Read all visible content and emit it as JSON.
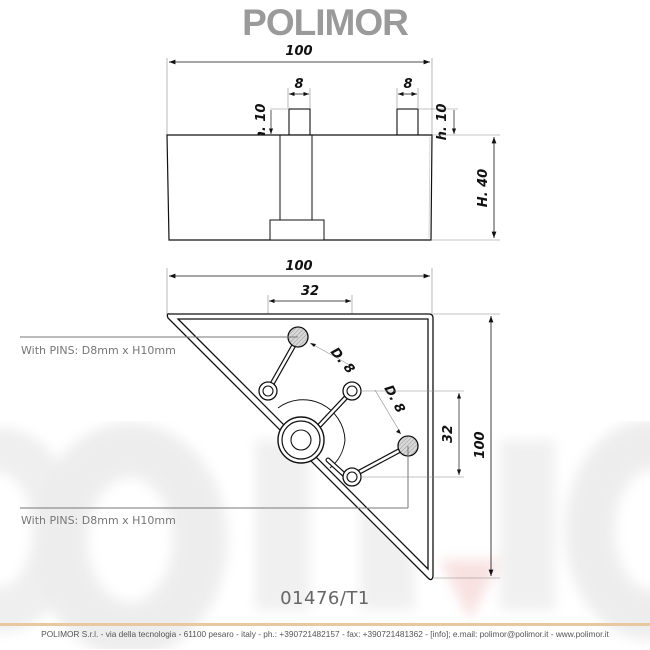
{
  "header": {
    "brand": "POLIMOR",
    "brand_color": "#9a9a9a",
    "accent_color": "#e06060"
  },
  "side_view": {
    "width_label": "100",
    "pin_left_width": "8",
    "pin_right_width": "8",
    "pin_left_height": "h. 10",
    "pin_right_height": "h. 10",
    "body_height": "H. 40"
  },
  "top_view": {
    "width_label": "100",
    "pin_spacing_horizontal": "32",
    "pin_spacing_vertical": "32",
    "height_label": "100",
    "pin_diameter_1": "D. 8",
    "pin_diameter_2": "D. 8"
  },
  "annotations": {
    "pin_note_1": "With PINS: D8mm x H10mm",
    "pin_note_2": "With PINS: D8mm x H10mm"
  },
  "product_code": "01476/T1",
  "footer": {
    "text": "POLIMOR S.r.l. - via della tecnologia - 61100 pesaro - italy - ph.: +390721482157 - fax: +390721481362 - [info]; e.mail: polimor@polimor.it - www.polimor.it",
    "line_color": "#e8c8a0"
  }
}
